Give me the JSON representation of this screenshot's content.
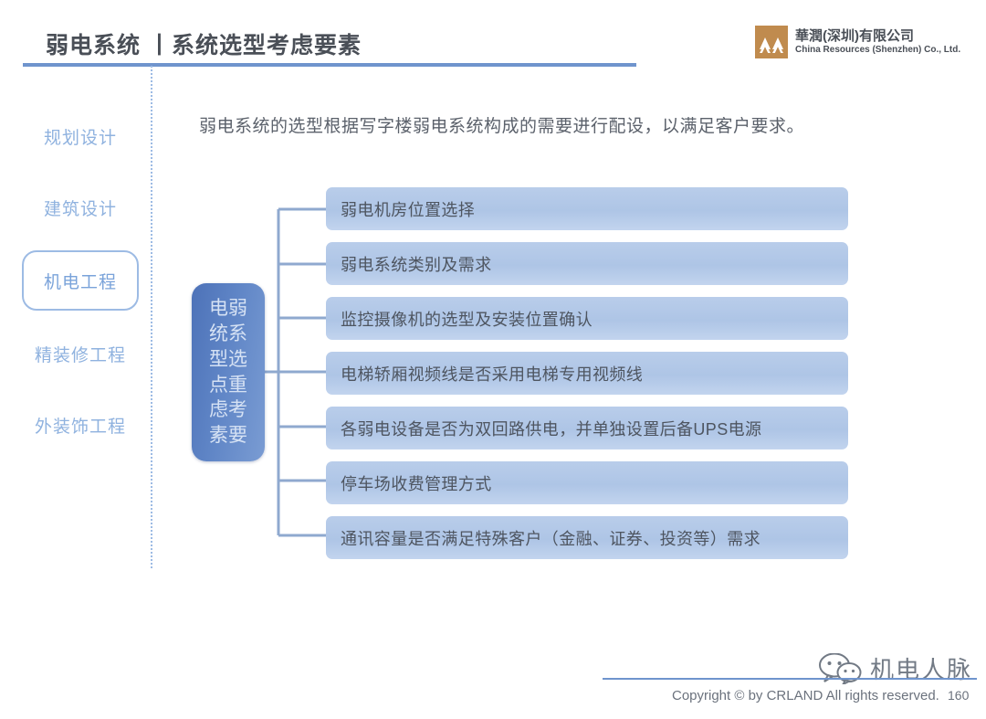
{
  "header": {
    "title": "弱电系统 丨系统选型考虑要素",
    "logo": {
      "icon": "cr-mountain-logo",
      "company_cn": "華潤(深圳)有限公司",
      "company_en": "China Resources (Shenzhen) Co., Ltd.",
      "brand_color": "#c08b4e"
    },
    "rule_color": "#6f94cd"
  },
  "sidebar": {
    "items": [
      {
        "label": "规划设计",
        "active": false
      },
      {
        "label": "建筑设计",
        "active": false
      },
      {
        "label": "机电工程",
        "active": true
      },
      {
        "label": "精装修工程",
        "active": false
      },
      {
        "label": "外装饰工程",
        "active": false
      }
    ],
    "accent_color": "#8fb2df"
  },
  "main": {
    "intro": "弱电系统的选型根据写字楼弱电系统构成的需要进行配设，以满足客户要求。",
    "hub": {
      "full_label": "弱电系统选型重点考虑要素",
      "column_right": "弱系选重考要",
      "column_left": "电统型点虑素",
      "fill_color": "#5b7fbf"
    },
    "items": [
      {
        "label": "弱电机房位置选择"
      },
      {
        "label": "弱电系统类别及需求"
      },
      {
        "label": "监控摄像机的选型及安装位置确认"
      },
      {
        "label": "电梯轿厢视频线是否采用电梯专用视频线"
      },
      {
        "label": "各弱电设备是否为双回路供电，并单独设置后备UPS电源"
      },
      {
        "label": "停车场收费管理方式"
      },
      {
        "label": "通讯容量是否满足特殊客户（金融、证券、投资等）需求"
      }
    ],
    "item_fill_color": "#b4cae8"
  },
  "footer": {
    "copyright": "Copyright © by CRLAND All rights reserved.",
    "page_number": "160"
  },
  "watermark": {
    "icon": "wechat-icon",
    "text": "机电人脉"
  }
}
